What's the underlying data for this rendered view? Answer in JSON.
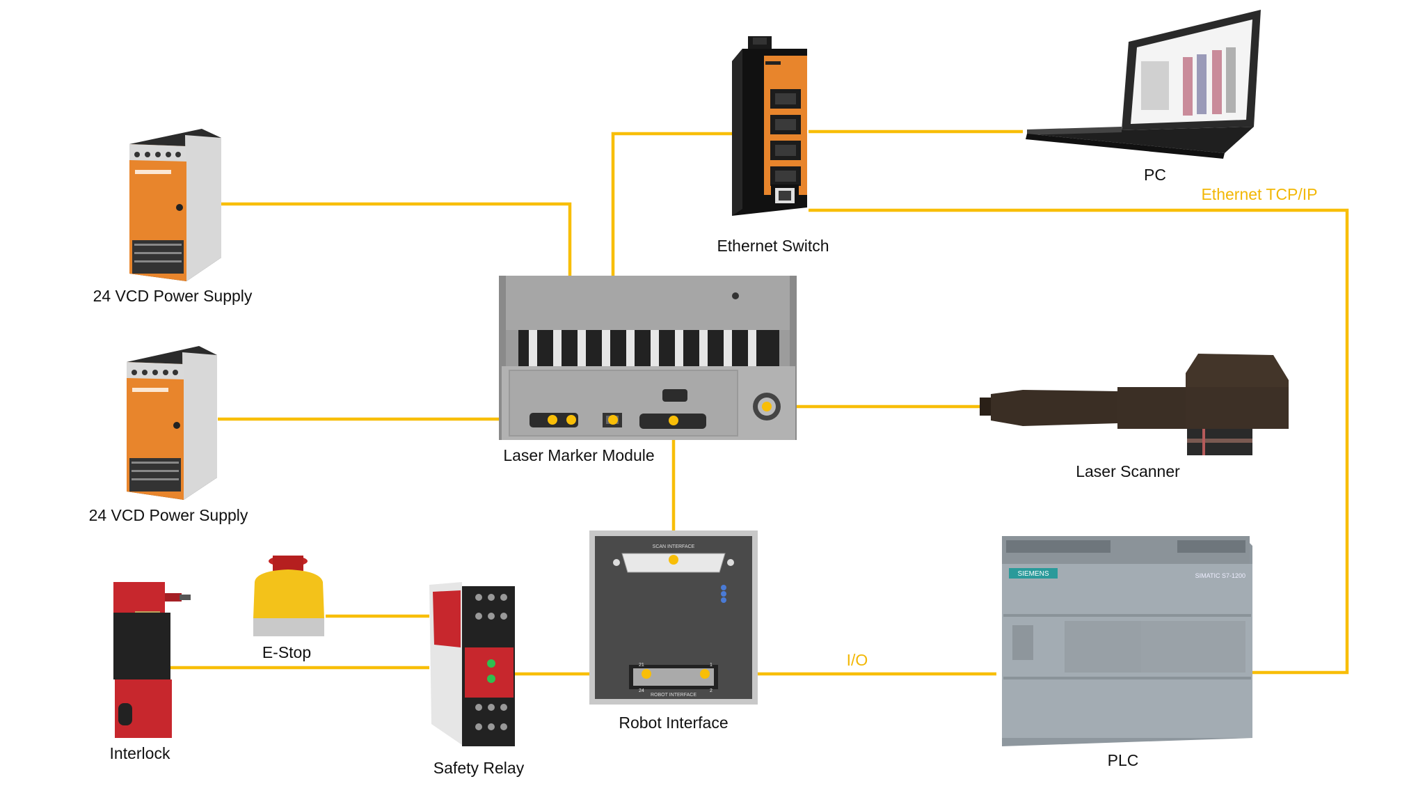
{
  "colors": {
    "wire": "#f8be08",
    "connection_label": "#f2b705",
    "device_orange": "#e8852c",
    "device_dark": "#1b1b1b",
    "module_grey": "#a9a9a9",
    "plc_grey": "#a3acb3",
    "safety_red": "#c7272d",
    "estop_yellow": "#f3c21a"
  },
  "devices": {
    "ethernet_switch": {
      "label": "Ethernet Switch",
      "icon": "network-switch-icon"
    },
    "pc": {
      "label": "PC",
      "icon": "laptop-icon"
    },
    "power_supply_1": {
      "label": "24 VCD Power Supply",
      "icon": "power-supply-icon"
    },
    "power_supply_2": {
      "label": "24 VCD Power Supply",
      "icon": "power-supply-icon"
    },
    "laser_marker": {
      "label": "Laser Marker Module",
      "icon": "laser-marker-icon"
    },
    "laser_scanner": {
      "label": "Laser Scanner",
      "icon": "laser-scanner-icon"
    },
    "robot_interface": {
      "label": "Robot Interface",
      "icon": "connector-panel-icon",
      "panel_top_text": "SCAN INTERFACE",
      "panel_bottom_text": "ROBOT INTERFACE",
      "pin_labels": [
        "21",
        "1",
        "24",
        "2"
      ]
    },
    "plc": {
      "label": "PLC",
      "icon": "plc-icon",
      "brand": "SIEMENS",
      "model": "SIMATIC S7-1200"
    },
    "interlock": {
      "label": "Interlock",
      "icon": "interlock-switch-icon"
    },
    "estop": {
      "label": "E-Stop",
      "icon": "emergency-stop-icon"
    },
    "safety_relay": {
      "label": "Safety Relay",
      "icon": "safety-relay-icon"
    }
  },
  "connections": {
    "ethernet": {
      "label": "Ethernet TCP/IP"
    },
    "io": {
      "label": "I/O"
    }
  }
}
